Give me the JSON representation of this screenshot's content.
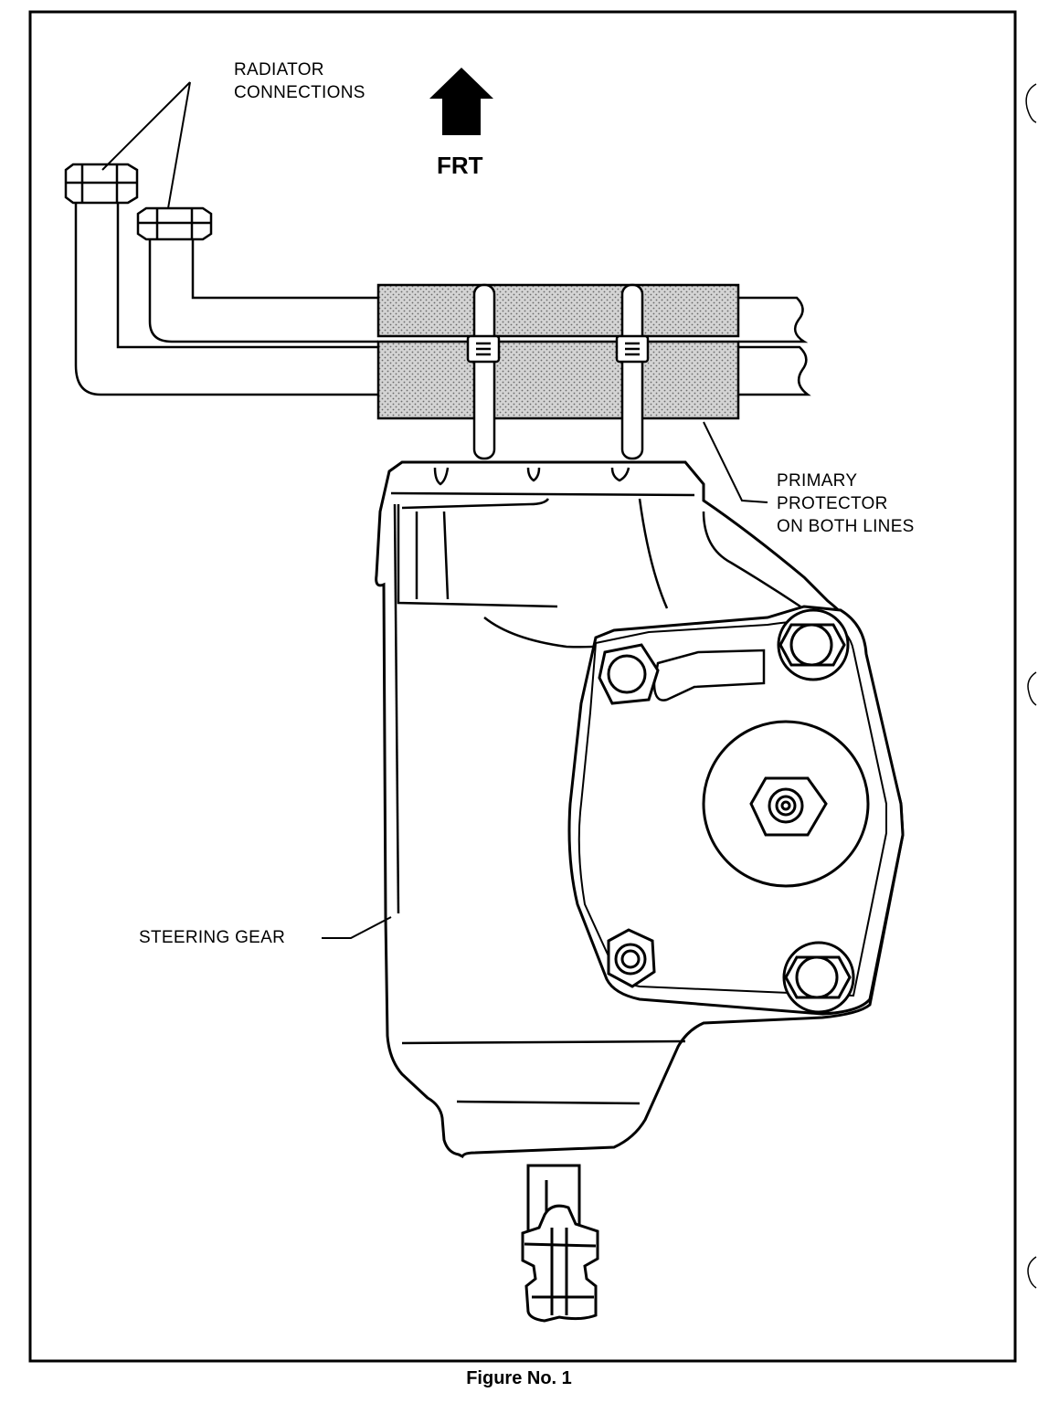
{
  "figure": {
    "caption": "Figure No. 1",
    "direction_label": "FRT",
    "labels": {
      "radiator_connections": [
        "RADIATOR",
        "CONNECTIONS"
      ],
      "primary_protector": [
        "PRIMARY",
        "PROTECTOR",
        "ON BOTH LINES"
      ],
      "steering_gear": "STEERING GEAR"
    }
  }
}
